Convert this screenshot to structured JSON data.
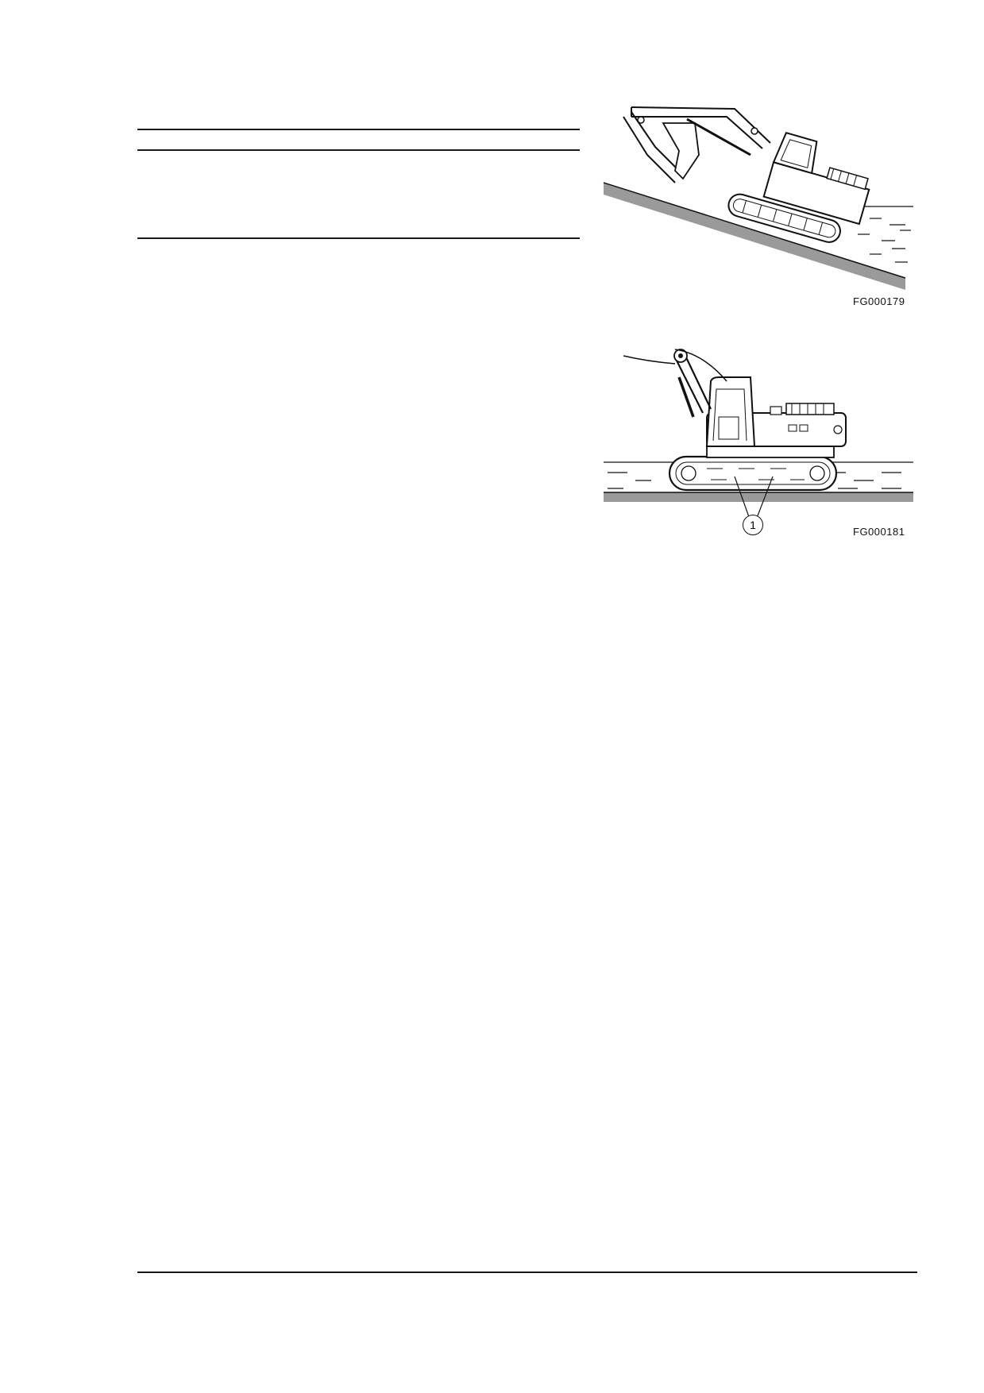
{
  "figures": [
    {
      "code": "FG000179",
      "icon": "excavator-on-slope-entering-water"
    },
    {
      "code": "FG000181",
      "icon": "excavator-in-water-track-depth",
      "callout": "1"
    }
  ],
  "colors": {
    "ground": "#8a8a8a",
    "line": "#1a1a1a"
  }
}
